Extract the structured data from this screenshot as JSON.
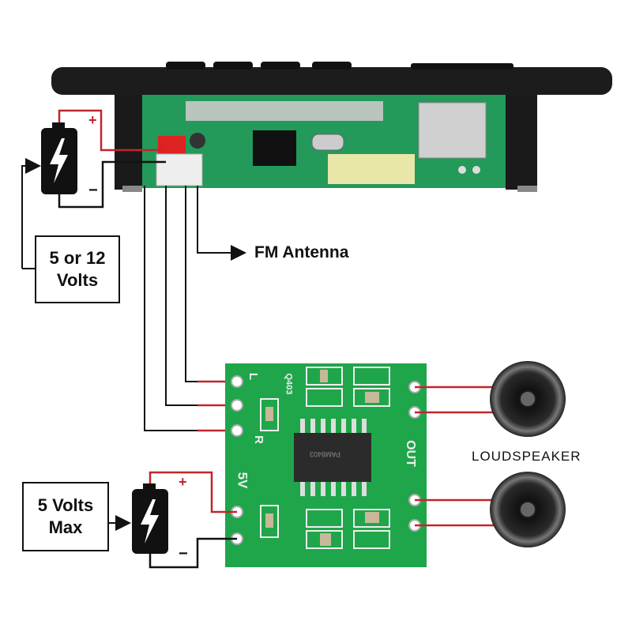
{
  "diagram": {
    "source_label": {
      "line1": "5 or 12",
      "line2": "Volts"
    },
    "amp_supply_label": {
      "line1": "5 Volts",
      "line2": "Max"
    },
    "antenna_label": "FM Antenna",
    "speaker_label": "LOUDSPEAKER",
    "polarity": {
      "plus": "+",
      "minus": "−"
    },
    "board_marks": {
      "left": "L",
      "right": "R",
      "supply": "5V",
      "out": "OUT",
      "model": "Q403",
      "chip": "PAM8403"
    },
    "colors": {
      "wire_red": "#c0262b",
      "wire_black": "#111111",
      "pcb_green": "#1fa64a",
      "bezel": "#1c1c1c"
    }
  }
}
